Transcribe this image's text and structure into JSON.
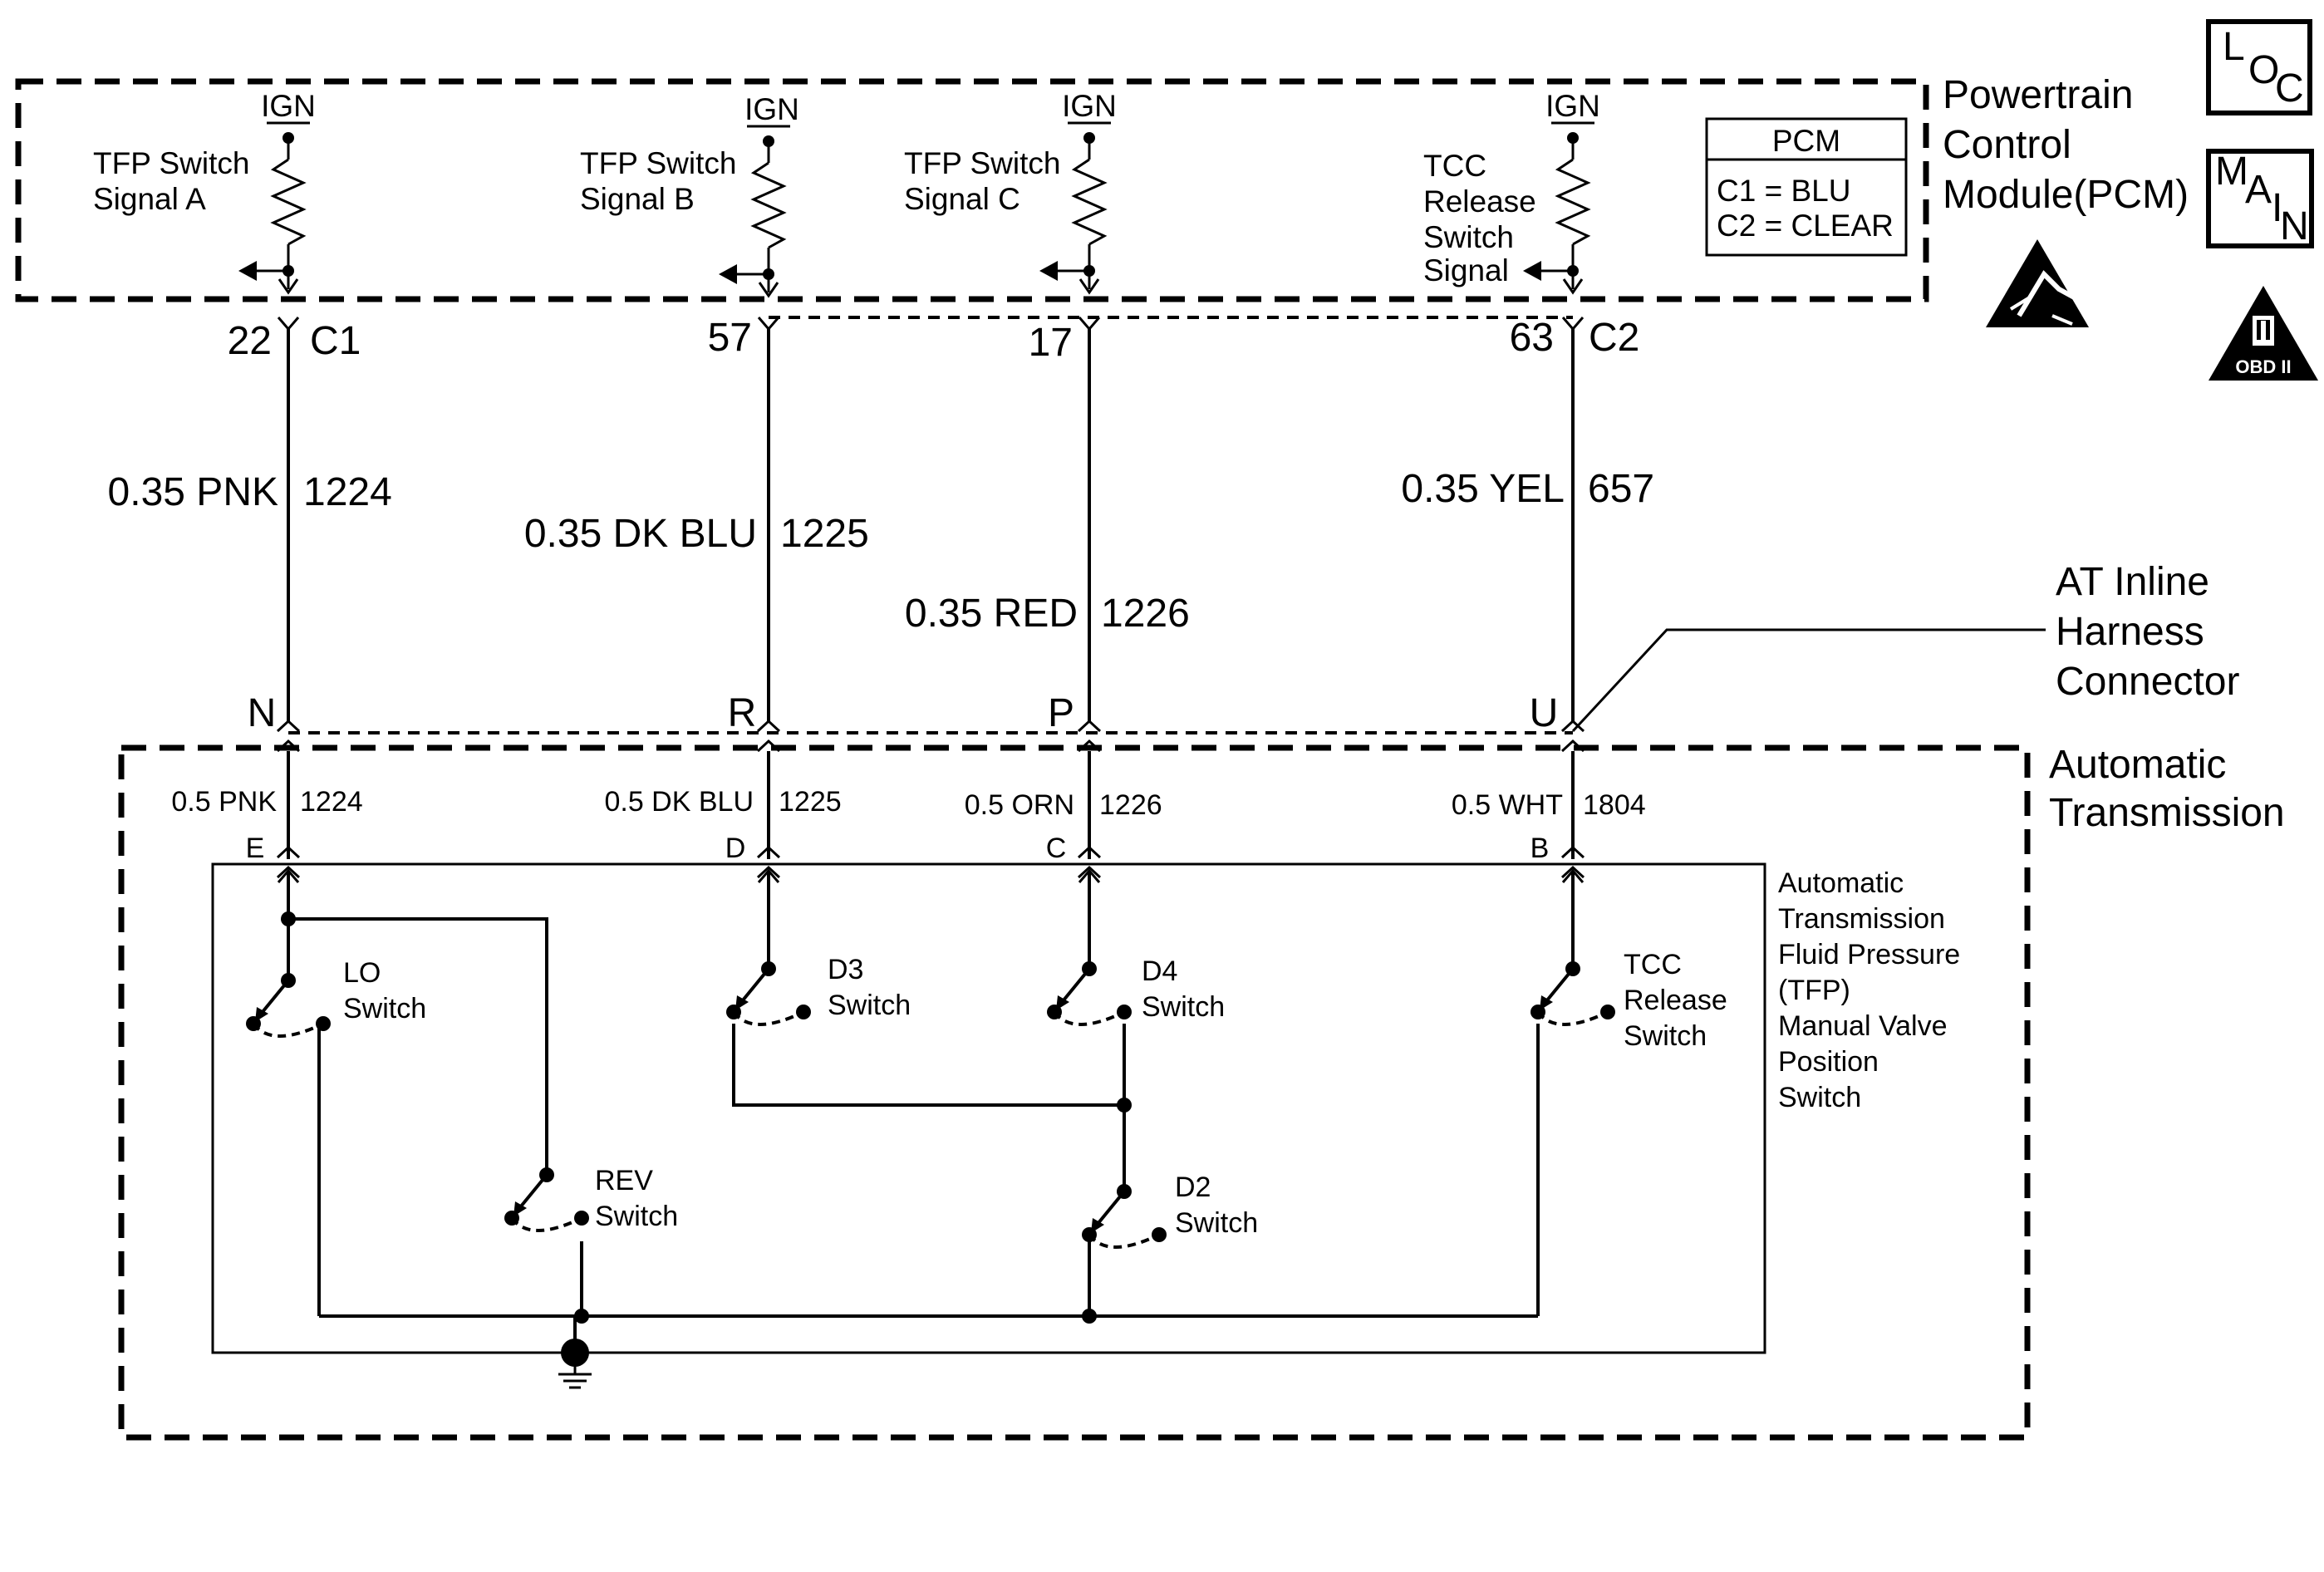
{
  "pcm": {
    "title_lines": [
      "Powertrain",
      "Control",
      "Module(PCM)"
    ],
    "table": {
      "header": "PCM",
      "rows": [
        "C1 = BLU",
        "C2 = CLEAR"
      ]
    },
    "ign": "IGN",
    "signals": [
      {
        "lines": [
          "TFP Switch",
          "Signal A"
        ]
      },
      {
        "lines": [
          "TFP Switch",
          "Signal B"
        ]
      },
      {
        "lines": [
          "TFP Switch",
          "Signal C"
        ]
      },
      {
        "lines": [
          "TCC",
          "Release",
          "Switch",
          "Signal"
        ]
      }
    ],
    "pins": [
      {
        "pin": "22",
        "conn": "C1"
      },
      {
        "pin": "57",
        "conn": ""
      },
      {
        "pin": "17",
        "conn": ""
      },
      {
        "pin": "63",
        "conn": "C2"
      }
    ]
  },
  "icons": {
    "loc": [
      "L",
      "O",
      "C"
    ],
    "main": [
      "M",
      "A",
      "I",
      "N"
    ],
    "obd": {
      "top": "II",
      "bottom": "OBD II"
    },
    "esd": "esd-warning-icon"
  },
  "upper_wires": [
    {
      "gauge_color": "0.35 PNK",
      "circuit": "1224"
    },
    {
      "gauge_color": "0.35 DK BLU",
      "circuit": "1225"
    },
    {
      "gauge_color": "0.35 RED",
      "circuit": "1226"
    },
    {
      "gauge_color": "0.35 YEL",
      "circuit": "657"
    }
  ],
  "inline_connector": {
    "label_lines": [
      "AT Inline",
      "Harness",
      "Connector"
    ],
    "pins": [
      "N",
      "R",
      "P",
      "U"
    ]
  },
  "transmission": {
    "label_lines": [
      "Automatic",
      "Transmission"
    ]
  },
  "lower_wires": [
    {
      "gauge_color": "0.5 PNK",
      "circuit": "1224",
      "pin": "E"
    },
    {
      "gauge_color": "0.5 DK BLU",
      "circuit": "1225",
      "pin": "D"
    },
    {
      "gauge_color": "0.5 ORN",
      "circuit": "1226",
      "pin": "C"
    },
    {
      "gauge_color": "0.5 WHT",
      "circuit": "1804",
      "pin": "B"
    }
  ],
  "tfp_switch": {
    "label_lines": [
      "Automatic",
      "Transmission",
      "Fluid Pressure",
      "(TFP)",
      "Manual Valve",
      "Position",
      "Switch"
    ]
  },
  "switches": {
    "lo": [
      "LO",
      "Switch"
    ],
    "d3": [
      "D3",
      "Switch"
    ],
    "d4": [
      "D4",
      "Switch"
    ],
    "tcc": [
      "TCC",
      "Release",
      "Switch"
    ],
    "rev": [
      "REV",
      "Switch"
    ],
    "d2": [
      "D2",
      "Switch"
    ]
  }
}
